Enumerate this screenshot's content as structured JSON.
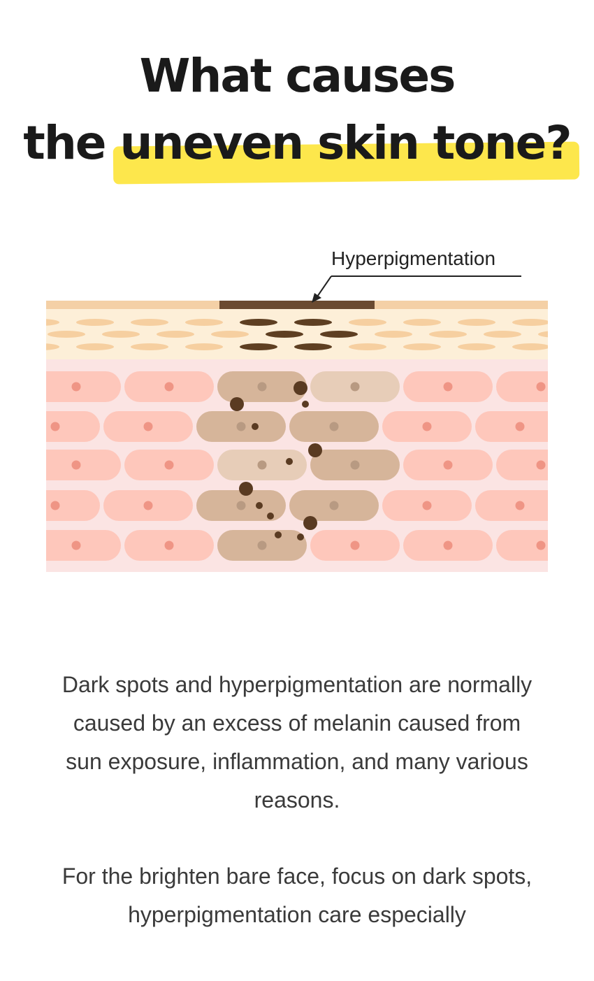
{
  "heading": {
    "line1": "What causes",
    "line2_prefix": "the ",
    "line2_highlight": "uneven skin tone?"
  },
  "diagram": {
    "callout_label": "Hyperpigmentation",
    "colors": {
      "surface": "#f4d0a6",
      "surface_spot": "#6b4a30",
      "epidermis_bg": "#fdefd8",
      "epidermis_cell": "#f6cfa0",
      "epidermis_cell_dark": "#5e3f22",
      "dermis_bg": "#fbe4e3",
      "cell": "#fec7bb",
      "cell_nucleus": "#ef9585",
      "cell_pigmented": "#d6b59a",
      "cell_pigmented_light": "#e7cdb8",
      "nucleus_pigmented": "#b89a82",
      "melanin": "#5a3b22"
    }
  },
  "paragraphs": {
    "p1": [
      "Dark spots and hyperpigmentation are normally",
      "caused by an excess of melanin caused from",
      "sun exposure, inflammation, and many various",
      "reasons."
    ],
    "p2": [
      "For the brighten bare face, focus on dark spots,",
      "hyperpigmentation care especially"
    ]
  }
}
